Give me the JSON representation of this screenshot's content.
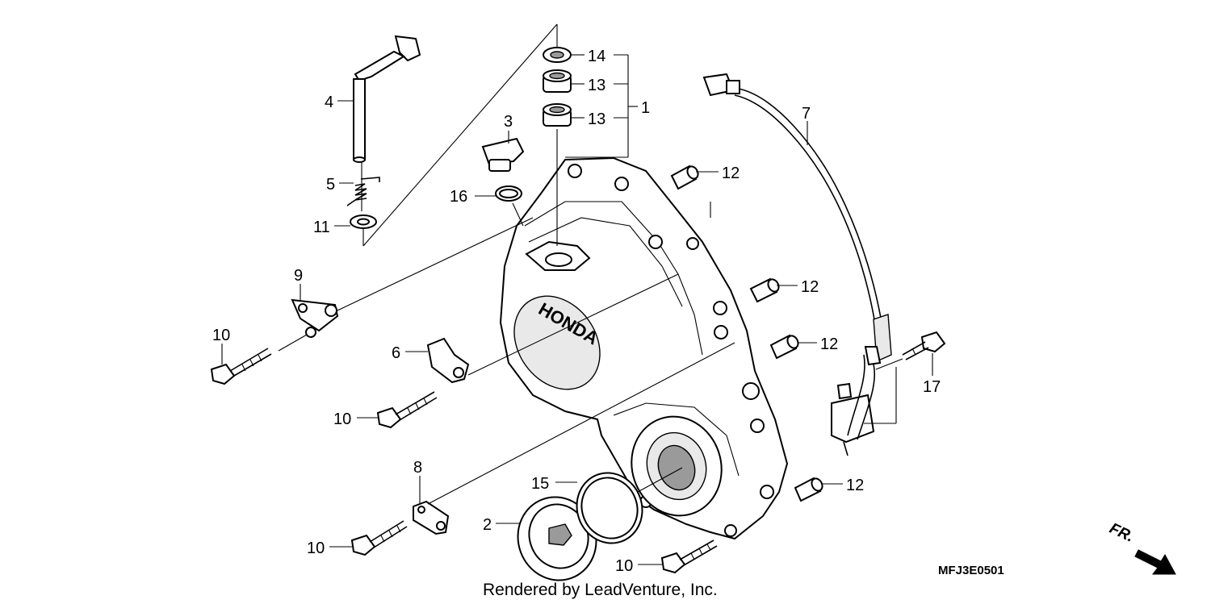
{
  "callouts": {
    "c1": "1",
    "c2": "2",
    "c3": "3",
    "c4": "4",
    "c5": "5",
    "c6": "6",
    "c7": "7",
    "c8": "8",
    "c9": "9",
    "c10a": "10",
    "c10b": "10",
    "c10c": "10",
    "c10d": "10",
    "c11": "11",
    "c12a": "12",
    "c12b": "12",
    "c12c": "12",
    "c12d": "12",
    "c13a": "13",
    "c13b": "13",
    "c14": "14",
    "c15": "15",
    "c16": "16",
    "c17": "17"
  },
  "diagram_code": "MFJ3E0501",
  "credit": "Rendered by LeadVenture, Inc.",
  "cover_brand": "HONDA",
  "front_label": "FR."
}
